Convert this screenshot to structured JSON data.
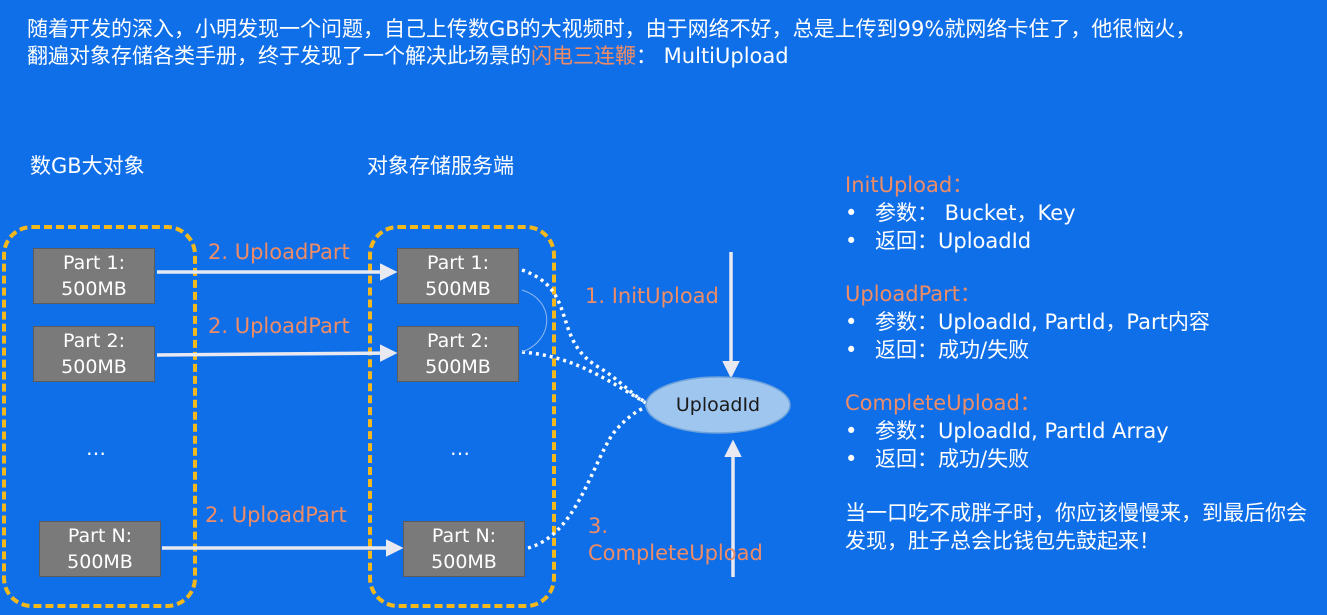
{
  "intro": {
    "line1": "随着开发的深入，小明发现一个问题，自己上传数GB的大视频时，由于网络不好，总是上传到99%就网络卡住了，他很恼火，",
    "line2_prefix": "翻遍对象存储各类手册，终于发现了一个解决此场景的",
    "line2_highlight": "闪电三连鞭",
    "line2_suffix": "：  MultiUpload"
  },
  "left_column": {
    "title": "数GB大对象",
    "parts": [
      {
        "name": "Part 1:",
        "size": "500MB"
      },
      {
        "name": "Part 2:",
        "size": "500MB"
      },
      {
        "name": "Part N:",
        "size": "500MB"
      }
    ],
    "ellipsis": "…"
  },
  "right_column": {
    "title": "对象存储服务端",
    "parts": [
      {
        "name": "Part 1:",
        "size": "500MB"
      },
      {
        "name": "Part 2:",
        "size": "500MB"
      },
      {
        "name": "Part N:",
        "size": "500MB"
      }
    ],
    "ellipsis": "…"
  },
  "arrows": {
    "upload_part": "2. UploadPart",
    "init_upload": "1. InitUpload",
    "complete_upload_num": "3.",
    "complete_upload": "CompleteUpload"
  },
  "center_node": "UploadId",
  "api": {
    "bullet": "•",
    "init": {
      "name": "InitUpload：",
      "params": "参数： Bucket，Key",
      "returns": "返回：UploadId"
    },
    "part": {
      "name": "UploadPart：",
      "params": "参数：UploadId, PartId，Part内容",
      "returns": "返回：成功/失败"
    },
    "complete": {
      "name": "CompleteUpload：",
      "params": "参数：UploadId, PartId Array",
      "returns": "返回：成功/失败"
    }
  },
  "summary": "当一口吃不成胖子时，你应该慢慢来，到最后你会发现，肚子总会比钱包先鼓起来！",
  "colors": {
    "background": "#0f6fe8",
    "accent": "#ef8c66",
    "dash": "#f2b81c",
    "part_fill": "#7a7a7a",
    "ellipse": "#9fc6ef"
  }
}
